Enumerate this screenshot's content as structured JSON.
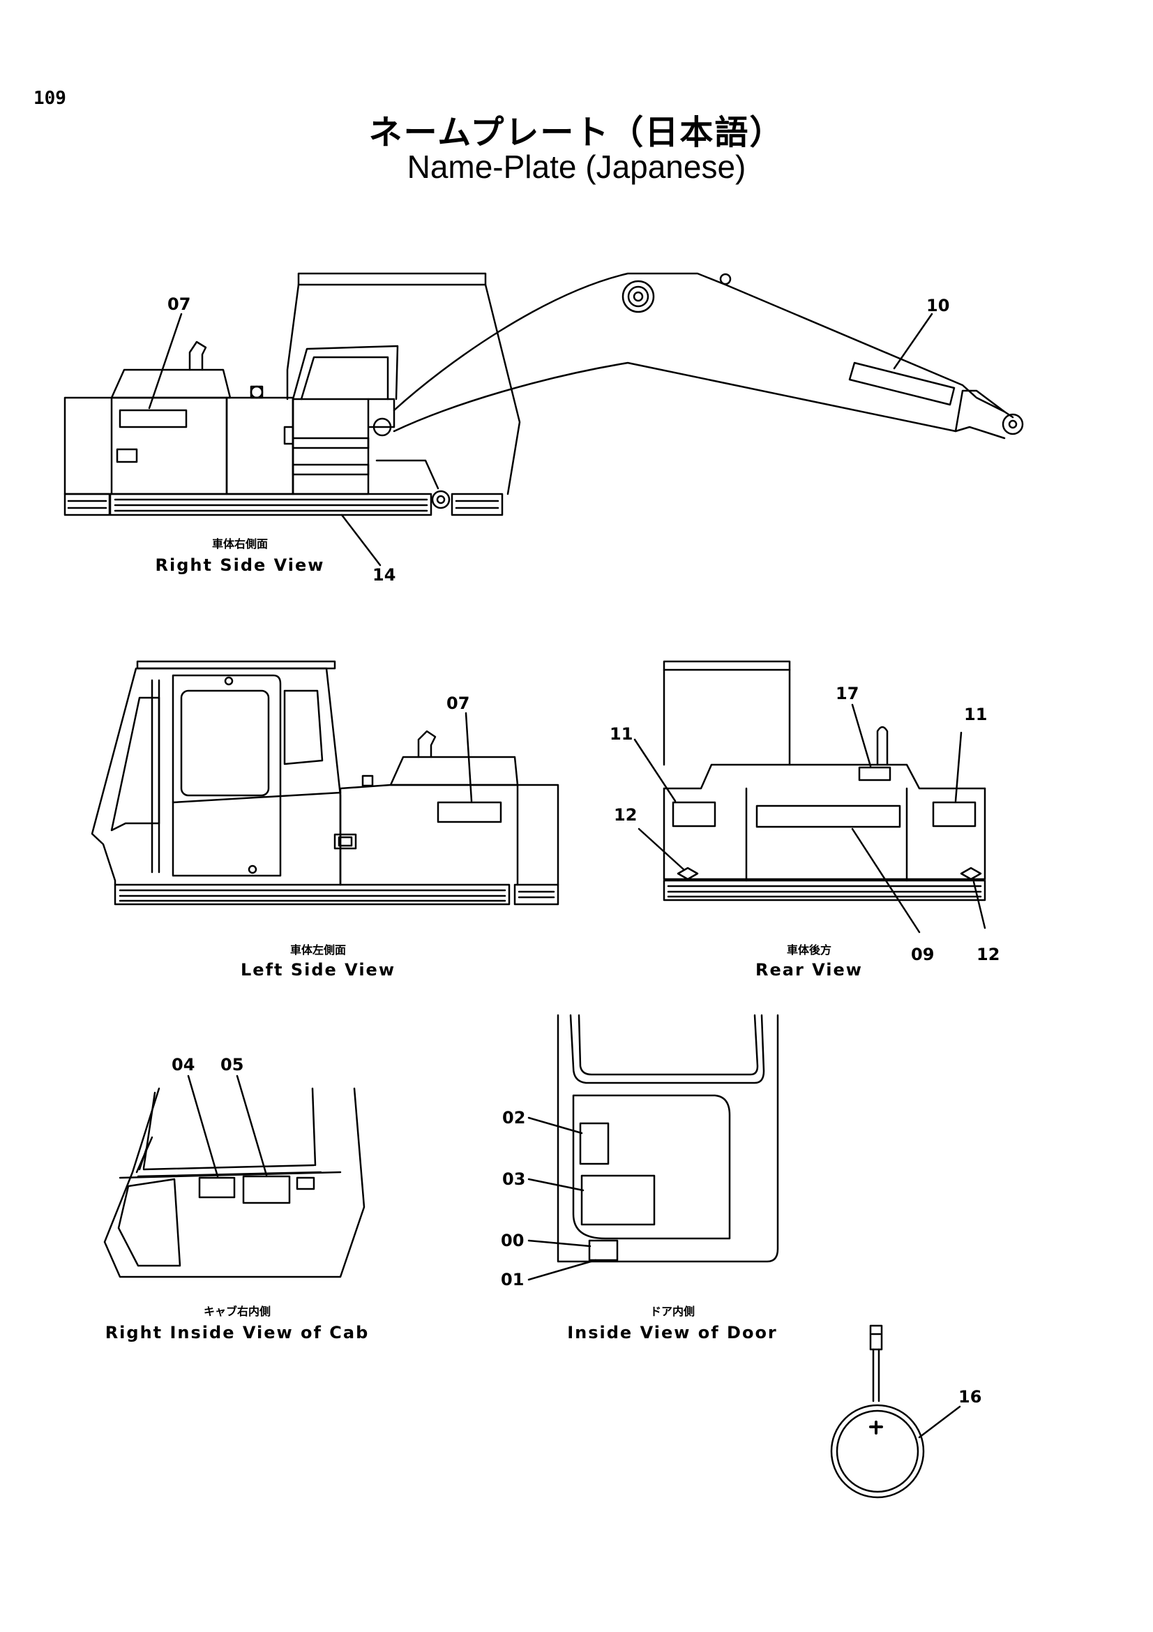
{
  "page_number": "109",
  "title": {
    "japanese": "ネームプレート（日本語）",
    "english": "Name-Plate (Japanese)"
  },
  "views": [
    {
      "id": "right-side",
      "caption_ja": "車体右側面",
      "caption_en": "Right Side View"
    },
    {
      "id": "left-side",
      "caption_ja": "車体左側面",
      "caption_en": "Left Side View"
    },
    {
      "id": "rear",
      "caption_ja": "車体後方",
      "caption_en": "Rear View"
    },
    {
      "id": "cab-right-inside",
      "caption_ja": "キャブ右内側",
      "caption_en": "Right Inside View of Cab"
    },
    {
      "id": "door-inside",
      "caption_ja": "ドア内側",
      "caption_en": "Inside View of Door"
    }
  ],
  "callouts": {
    "right_side": [
      "07",
      "10",
      "14"
    ],
    "left_side": [
      "07"
    ],
    "rear": [
      "17",
      "11",
      "11",
      "12",
      "09",
      "12"
    ],
    "cab": [
      "04",
      "05"
    ],
    "door": [
      "02",
      "03",
      "00",
      "01"
    ],
    "battery": [
      "16"
    ]
  }
}
